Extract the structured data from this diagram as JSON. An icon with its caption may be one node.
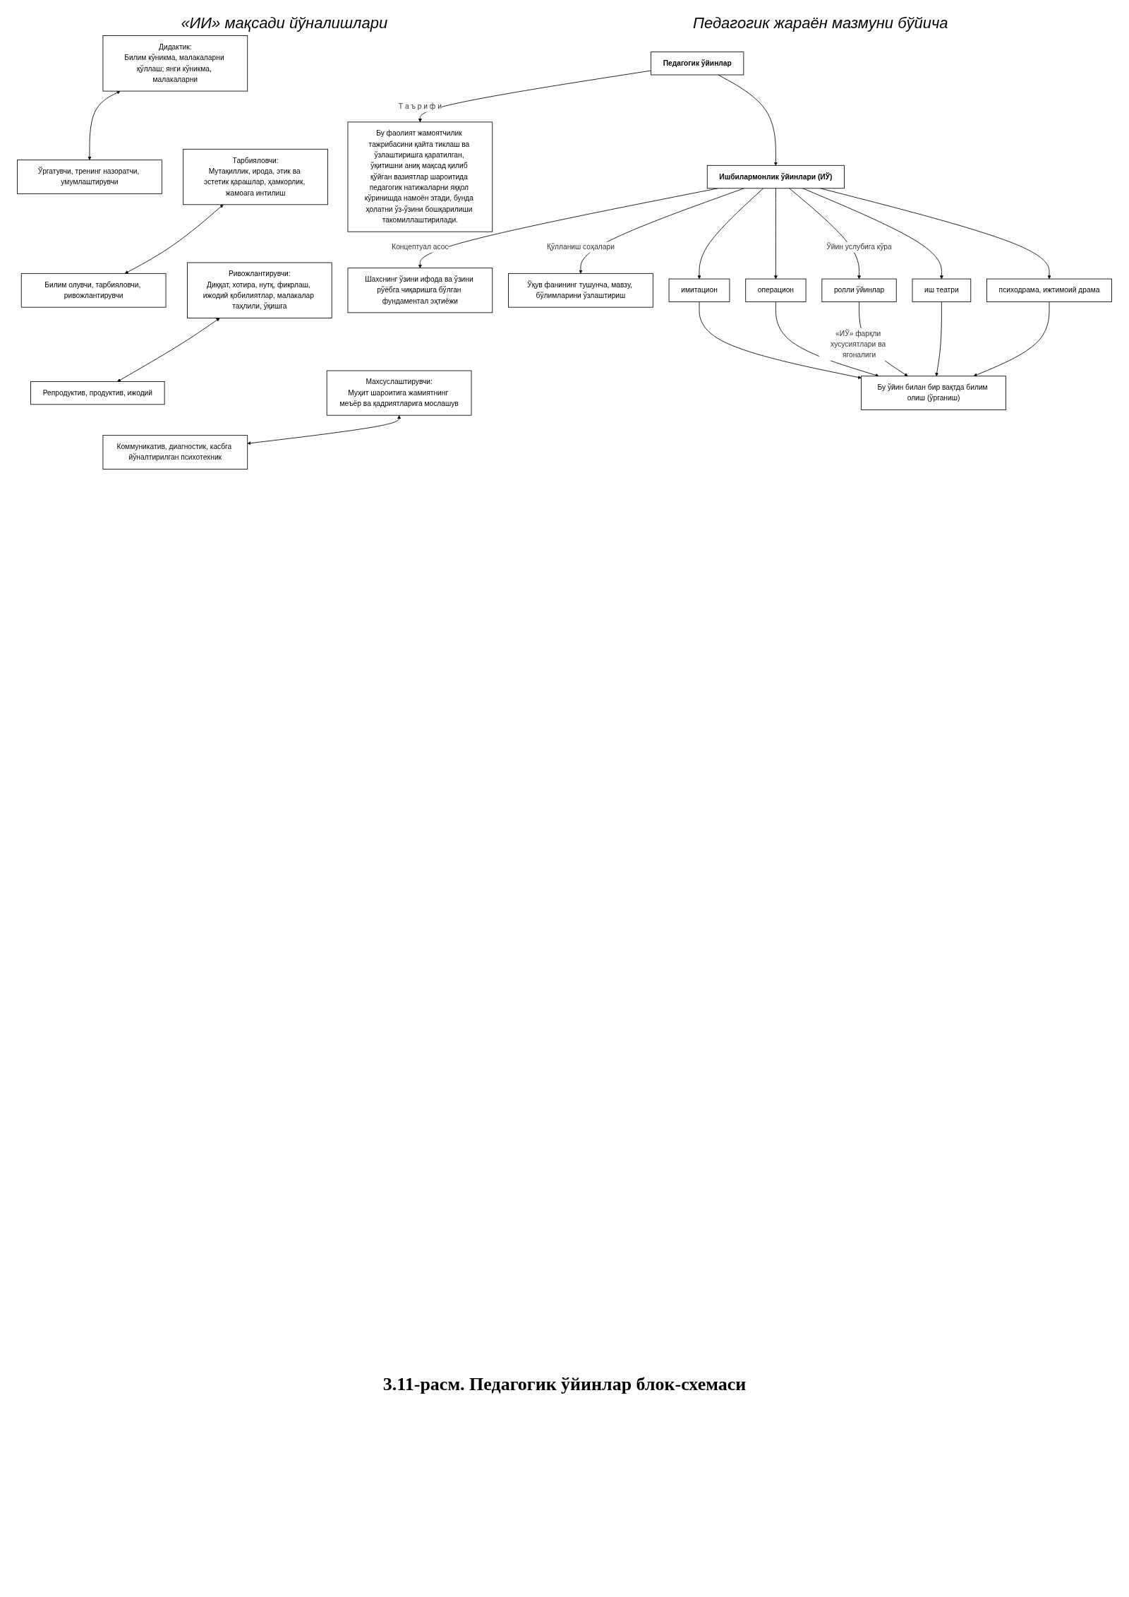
{
  "diagram": {
    "caption": "3.11-расм. Педагогик ўйинлар блок-схемаси",
    "nodes": [
      {
        "text": [
          "Бу фаолият жамоятчилик тажрибасини қайта тиклаш ва ўзлаштиришга қаратилган, ўқитишни аниқ мақсад қилиб қўйган вазиятлар шароитида педагогик натижаларни яққол кўринишда намоён этади, бунда ҳолатни ўз-ўзини бошқарилиши такомиллаштирилади."
        ]
      },
      {
        "text": [
          "Педагогик ўйинлар"
        ]
      },
      {
        "text": [
          "Ишбилармонлик ўйинлари (ИЎ)"
        ]
      },
      {
        "text": [
          "Шахснинг ўзини ифода ва ўзини рўёбга чиқаришга бўлган фундаментал эҳтиёжи"
        ]
      },
      {
        "text": [
          "Ўқув фанининг тушунча, мавзу, бўлимларини ўзлаштириш"
        ]
      },
      {
        "text": [
          "Дидактик:",
          "Билим кўникма, малакаларни қўллаш; янги кўникма, малакаларни"
        ]
      },
      {
        "text": [
          "Тарбияловчи:",
          "Мутақиллик, ирода, этик ва эстетик қарашлар, ҳамкорлик, жамоага интилиш"
        ]
      },
      {
        "text": [
          "Ривожлантирувчи:",
          "Диққат, хотира, нутқ, фикрлаш, ижодий қобилиятлар, малакалар таҳлили, ўқишга"
        ]
      },
      {
        "text": [
          "Махсуслаштирувчи:",
          "Муҳит шароитига жамиятнинг меъёр ва қадриятларига мослашув"
        ]
      },
      {
        "text": [
          "Ўргатувчи, тренинг назоратчи, умумлаштирувчи"
        ]
      },
      {
        "text": [
          "Билим олувчи, тарбияловчи, ривожлантирувчи"
        ]
      },
      {
        "text": [
          "Репродуктив, продуктив, ижодий"
        ]
      },
      {
        "text": [
          "Коммуникатив, диагностик, касбга йўналтирилган психотехник"
        ]
      },
      {
        "text": [
          "имитацион"
        ]
      },
      {
        "text": [
          "операцион"
        ]
      },
      {
        "text": [
          "ролли ўйинлар"
        ]
      },
      {
        "text": [
          "иш театри"
        ]
      },
      {
        "text": [
          "психодрама, ижтимоий драма"
        ]
      },
      {
        "text": [
          "Бу ўйин билан бир вақтда билим олиш (ўрганиш)"
        ]
      }
    ],
    "edges": [
      {
        "from": 1,
        "to": 0,
        "arrow": "to",
        "label": "Т а ъ р и ф и"
      },
      {
        "from": 1,
        "to": 2,
        "arrow": "to"
      },
      {
        "from": 2,
        "to": 3,
        "arrow": "to",
        "label": "Концептуал асос"
      },
      {
        "from": 2,
        "to": 4,
        "arrow": "to",
        "label": "Қўлланиш соҳалари"
      },
      {
        "from": 5,
        "to": 9,
        "arrow": "both"
      },
      {
        "from": 6,
        "to": 10,
        "arrow": "both"
      },
      {
        "from": 7,
        "to": 11,
        "arrow": "both"
      },
      {
        "from": 8,
        "to": 12,
        "arrow": "both"
      },
      {
        "from": 2,
        "to": 13,
        "arrow": "to"
      },
      {
        "from": 2,
        "to": 14,
        "arrow": "to"
      },
      {
        "from": 2,
        "to": 15,
        "arrow": "to",
        "label": "Ўйин услубига кўра"
      },
      {
        "from": 2,
        "to": 16,
        "arrow": "to"
      },
      {
        "from": 2,
        "to": 17,
        "arrow": "to"
      },
      {
        "from": 13,
        "to": 18,
        "arrow": "to"
      },
      {
        "from": 14,
        "to": 18,
        "arrow": "to"
      },
      {
        "from": 15,
        "to": 18,
        "arrow": "to",
        "label": "«ИЎ» фарқли хусусиятлари ва ягоналиги"
      },
      {
        "from": 16,
        "to": 18,
        "arrow": "to"
      },
      {
        "from": 17,
        "to": 18,
        "arrow": "to"
      }
    ],
    "labels": [
      "«ИИ» мақсади йўналишлари",
      "Педагогик жараён мазмуни бўйича"
    ]
  }
}
